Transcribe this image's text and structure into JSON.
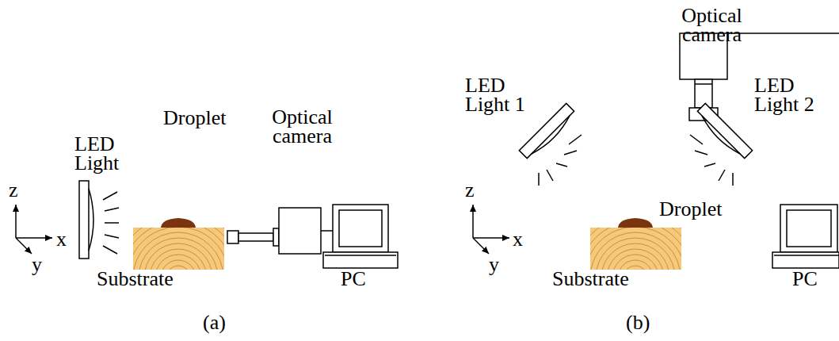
{
  "diagram": {
    "labels": [
      "LED Light",
      "Droplet",
      "Optical camera",
      "z",
      "x",
      "y",
      "Substrate",
      "PC",
      "(a)",
      "Optical camera",
      "LED Light 1",
      "LED Light 2",
      "z",
      "x",
      "y",
      "Droplet",
      "Substrate",
      "PC",
      "(b)"
    ]
  }
}
